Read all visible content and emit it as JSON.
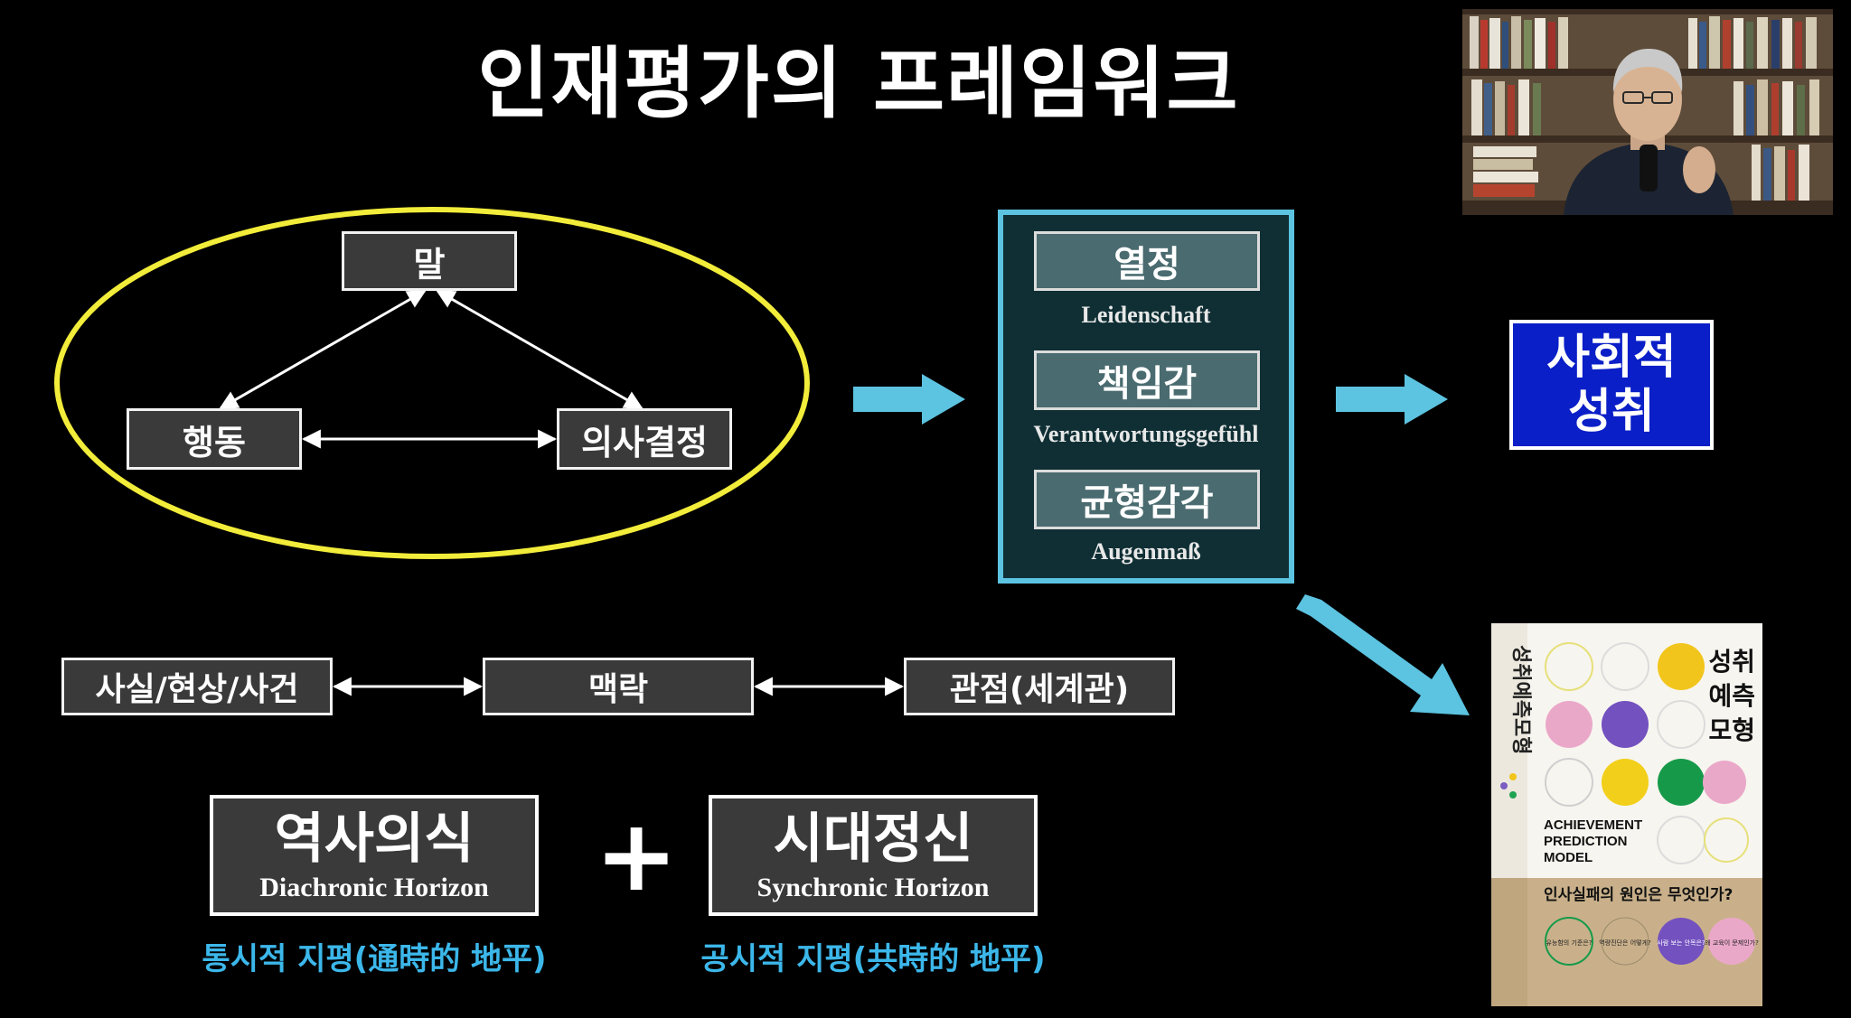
{
  "title": "인재평가의 프레임워크",
  "triangle": {
    "top": "말",
    "left": "행동",
    "right": "의사결정"
  },
  "virtues": [
    {
      "label": "열정",
      "sub": "Leidenschaft"
    },
    {
      "label": "책임감",
      "sub": "Verantwortungsgefühl"
    },
    {
      "label": "균형감각",
      "sub": "Augenmaß"
    }
  ],
  "result": {
    "line1": "사회적",
    "line2": "성취"
  },
  "chain": {
    "first": "사실/현상/사건",
    "middle": "맥락",
    "last": "관점(세계관)"
  },
  "horizons": {
    "left": {
      "ko": "역사의식",
      "en": "Diachronic Horizon",
      "caption": "통시적 지평(通時的 地平)"
    },
    "plus": "+",
    "right": {
      "ko": "시대정신",
      "en": "Synchronic Horizon",
      "caption": "공시적 지평(共時的 地平)"
    }
  },
  "book": {
    "spine_title": "성취예측모형",
    "cover_title": [
      "성취",
      "예측",
      "모형"
    ],
    "english_title": [
      "ACHIEVEMENT",
      "PREDICTION",
      "MODEL"
    ],
    "tagline": "인사실패의 원인은 무엇인가?",
    "badges": [
      "유능함의 기준은?",
      "역량진단은 어떻게?",
      "사람 보는 안목은?",
      "왜 교육이 문제인가?"
    ]
  },
  "colors": {
    "ellipse": "#f2ec3a",
    "arrow_blue": "#5cc3e0",
    "panel_border": "#5cc3e0",
    "panel_fill": "#0f2f34",
    "result_fill": "#0a1fc7",
    "caption_blue": "#3cb7ea"
  }
}
